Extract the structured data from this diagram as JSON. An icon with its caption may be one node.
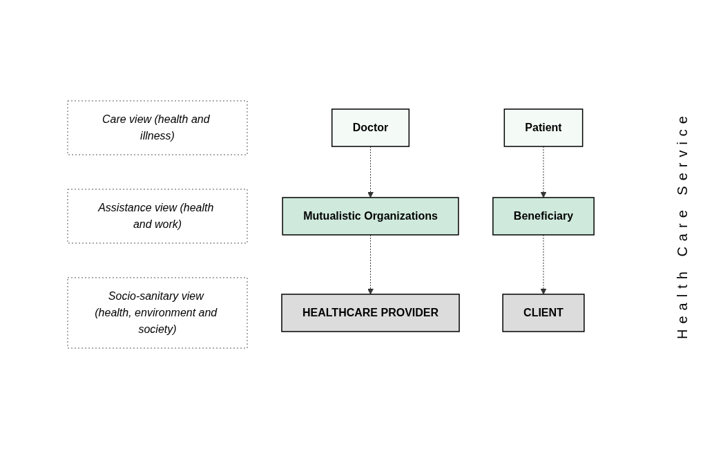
{
  "diagram": {
    "nodes": [
      {
        "text": [
          "Care view (health and illness)"
        ]
      },
      {
        "text": [
          "Assistance view (health and work)"
        ]
      },
      {
        "text": [
          "Socio-sanitary view (health, environment and society)"
        ]
      },
      {
        "text": [
          "Doctor"
        ]
      },
      {
        "text": [
          "Patient"
        ]
      },
      {
        "text": [
          "Mutualistic Organizations"
        ]
      },
      {
        "text": [
          "Beneficiary"
        ]
      },
      {
        "text": [
          "HEALTHCARE PROVIDER"
        ]
      },
      {
        "text": [
          "CLIENT"
        ]
      }
    ],
    "edges": [
      {
        "from": 3,
        "to": 5,
        "arrow": "to",
        "style": "dashed"
      },
      {
        "from": 5,
        "to": 7,
        "arrow": "to",
        "style": "dashed"
      },
      {
        "from": 4,
        "to": 6,
        "arrow": "to",
        "style": "dashed"
      },
      {
        "from": 6,
        "to": 8,
        "arrow": "to",
        "style": "dashed"
      }
    ],
    "labels": [
      "Health Care Service"
    ]
  }
}
